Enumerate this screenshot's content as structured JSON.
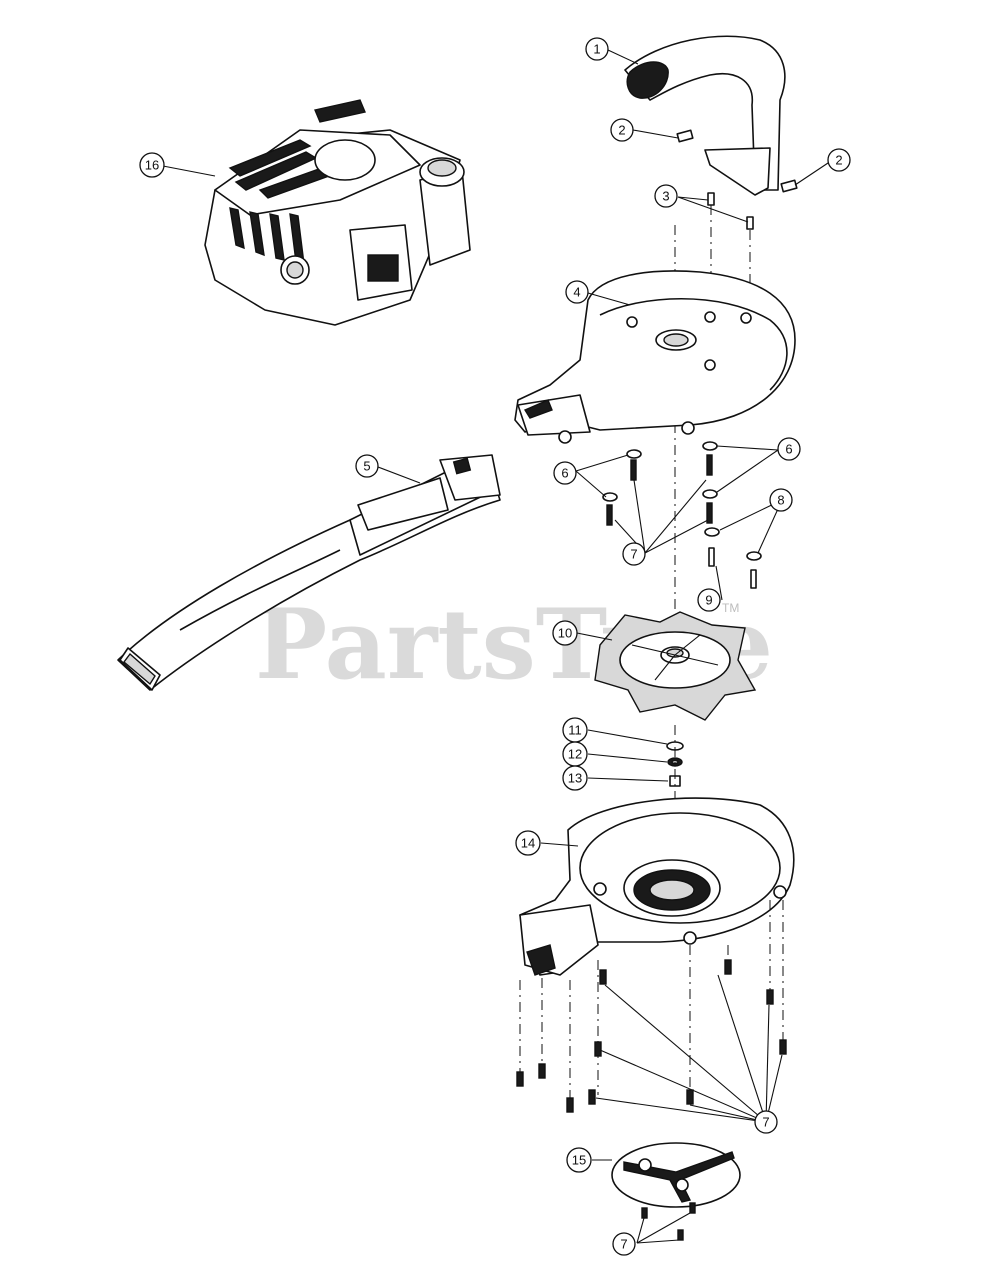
{
  "watermark": {
    "brand": "PartsTree",
    "tm": "TM"
  },
  "callouts": {
    "c1": "1",
    "c2a": "2",
    "c2b": "2",
    "c3": "3",
    "c4": "4",
    "c5": "5",
    "c6a": "6",
    "c6b": "6",
    "c7a": "7",
    "c7b": "7",
    "c7c": "7",
    "c8": "8",
    "c9": "9",
    "c10": "10",
    "c11": "11",
    "c12": "12",
    "c13": "13",
    "c14": "14",
    "c15": "15",
    "c16": "16"
  },
  "parts": [
    {
      "ref": "1",
      "name": "handle"
    },
    {
      "ref": "2",
      "name": "nut"
    },
    {
      "ref": "3",
      "name": "pin"
    },
    {
      "ref": "4",
      "name": "blower-housing-upper"
    },
    {
      "ref": "5",
      "name": "blower-tube"
    },
    {
      "ref": "6",
      "name": "washer"
    },
    {
      "ref": "7",
      "name": "screw"
    },
    {
      "ref": "8",
      "name": "washer"
    },
    {
      "ref": "9",
      "name": "screw"
    },
    {
      "ref": "10",
      "name": "impeller-fan"
    },
    {
      "ref": "11",
      "name": "washer"
    },
    {
      "ref": "12",
      "name": "lock-washer"
    },
    {
      "ref": "13",
      "name": "nut"
    },
    {
      "ref": "14",
      "name": "blower-housing-lower"
    },
    {
      "ref": "15",
      "name": "intake-cover"
    },
    {
      "ref": "16",
      "name": "engine"
    }
  ]
}
